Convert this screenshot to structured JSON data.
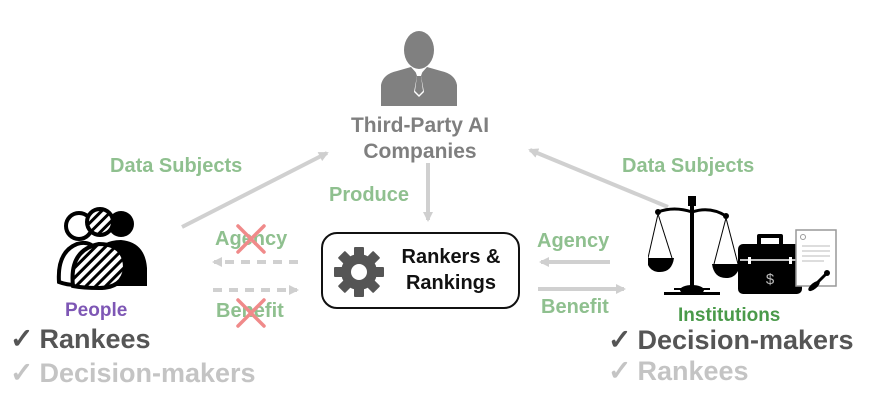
{
  "third_party": {
    "icon": "businessman-icon",
    "title_line1": "Third-Party AI",
    "title_line2": "Companies"
  },
  "center": {
    "icon": "gear-icon",
    "line1": "Rankers &",
    "line2": "Rankings"
  },
  "people": {
    "icon": "people-group-icon",
    "label": "People",
    "roles": [
      {
        "check": "✓",
        "label": "Rankees",
        "emphasis": "strong"
      },
      {
        "check": "✓",
        "label": "Decision-makers",
        "emphasis": "weak"
      }
    ]
  },
  "institutions": {
    "icons": [
      "scales-of-justice-icon",
      "briefcase-dollar-icon",
      "document-stamp-icon"
    ],
    "label": "Institutions",
    "roles": [
      {
        "check": "✓",
        "label": "Decision-makers",
        "emphasis": "strong"
      },
      {
        "check": "✓",
        "label": "Rankees",
        "emphasis": "weak"
      }
    ]
  },
  "edges": {
    "left_data_subjects": "Data Subjects",
    "right_data_subjects": "Data Subjects",
    "produce": "Produce",
    "left_agency": "Agency",
    "left_benefit": "Benefit",
    "right_agency": "Agency",
    "right_benefit": "Benefit",
    "left_crossed": true
  },
  "colors": {
    "edge_label": "#8fc08f",
    "people": "#7e57b5",
    "institutions": "#4a9a4a",
    "arrow": "#d0d0d0",
    "cross": "#f08a8a"
  }
}
